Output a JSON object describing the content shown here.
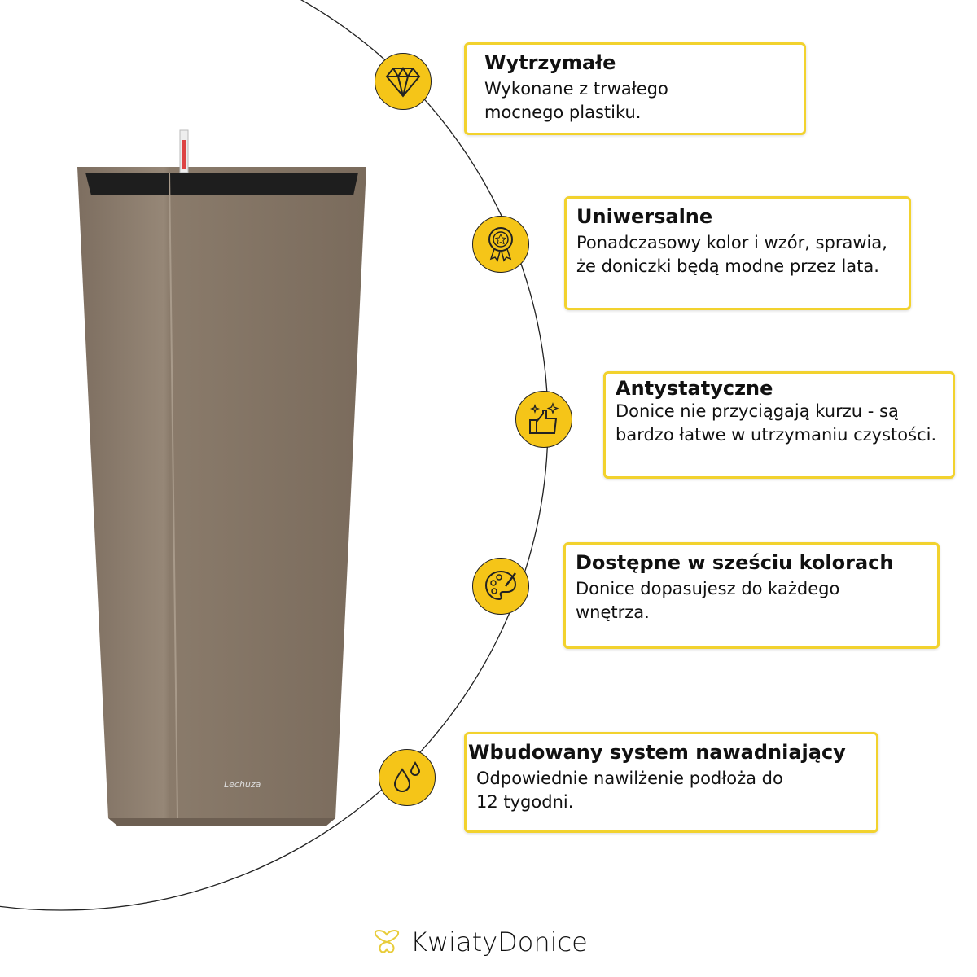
{
  "features": [
    {
      "title": "Wytrzymałe",
      "text": "Wykonane z trwałego mocnego plastiku.",
      "icon": "diamond-icon"
    },
    {
      "title": "Uniwersalne",
      "text": "Ponadczasowy kolor i wzór, sprawia, że doniczki będą modne przez lata.",
      "icon": "award-medal-icon"
    },
    {
      "title": "Antystatyczne",
      "text": "Donice nie przyciągają kurzu - są bardzo łatwe w utrzymaniu czystości.",
      "icon": "thumbs-up-sparkle-icon"
    },
    {
      "title": "Dostępne w sześciu kolorach",
      "text": "Donice dopasujesz do każdego wnętrza.",
      "icon": "palette-icon"
    },
    {
      "title": "Wbudowany system nawadniający",
      "text": "Odpowiednie nawilżenie podłoża do 12 tygodni.",
      "icon": "water-drops-icon"
    }
  ],
  "brand": {
    "name": "KwiatyDonice"
  },
  "colors": {
    "accent": "#f5c518",
    "border": "#f2d22e",
    "pot": "#8a7a6a"
  }
}
